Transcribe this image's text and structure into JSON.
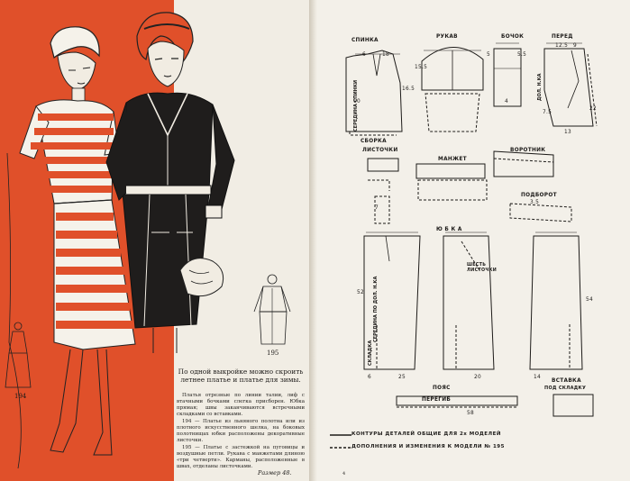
{
  "left_page": {
    "model_194": "194",
    "model_195": "195",
    "caption": "По одной выкройке можно скроить летнее платье и платье для зимы.",
    "paragraphs": [
      "Платья отрезные по линии талии, лиф с втачными бочками слегка присборен. Юбка прямая; швы заканчиваются встречными складками со вставками.",
      "194 — Платье из льняного полотна или из плотного искусственного шелка, на боковых полотнищах юбки расположены декоративные листочки.",
      "195 — Платье с застежкой на пуговицы и воздушные петли. Рукава с манжетами длиною «три четверти». Карманы, расположенные в швах, отделаны листочками."
    ],
    "size_note": "Размер 48."
  },
  "right_page": {
    "labels": {
      "spinka": "СПИНКА",
      "rukav": "РУКАВ",
      "bochok": "БОЧОК",
      "pered": "ПЕРЕД",
      "listochki": "ЛИСТОЧКИ",
      "vorotnik": "ВОРОТНИК",
      "manzhet": "МАНЖЕТ",
      "podborot": "ПОДБОРОТ",
      "yubka": "Ю Б К А",
      "poyas": "ПОЯС",
      "peregib": "ПЕРЕГИБ",
      "vstavka": "ВСТАВКА",
      "pod_skladku": "ПОД СКЛАДКУ",
      "sborka": "СБОРКА",
      "listochki_v": "ЛИСТОЧКИ",
      "shest": "ШЕСТЬ"
    },
    "vertical_labels": {
      "seredina_spinki": "СЕРЕДИНА СПИНКИ",
      "dol_nka": "ДОЛ. Н.КА",
      "seredina_yubki": "СЕРЕДИНА ПО ДОЛ. Н.КА",
      "skladka": "СКЛАДКА"
    },
    "numbers": [
      "18",
      "6",
      "5",
      "10",
      "15.5",
      "16.5",
      "5.5",
      "4",
      "12.5",
      "9",
      "7.5",
      "13",
      "22",
      "54",
      "52",
      "25",
      "20",
      "3.5",
      "7",
      "6",
      "58",
      "14"
    ],
    "legend": {
      "solid": "КОНТУРЫ ДЕТАЛЕЙ ОБЩИЕ ДЛЯ 2х МОДЕЛЕЙ",
      "dashed": "ДОПОЛНЕНИЯ И ИЗМЕНЕНИЯ К МОДЕЛИ № 195"
    },
    "page_number": "4"
  }
}
